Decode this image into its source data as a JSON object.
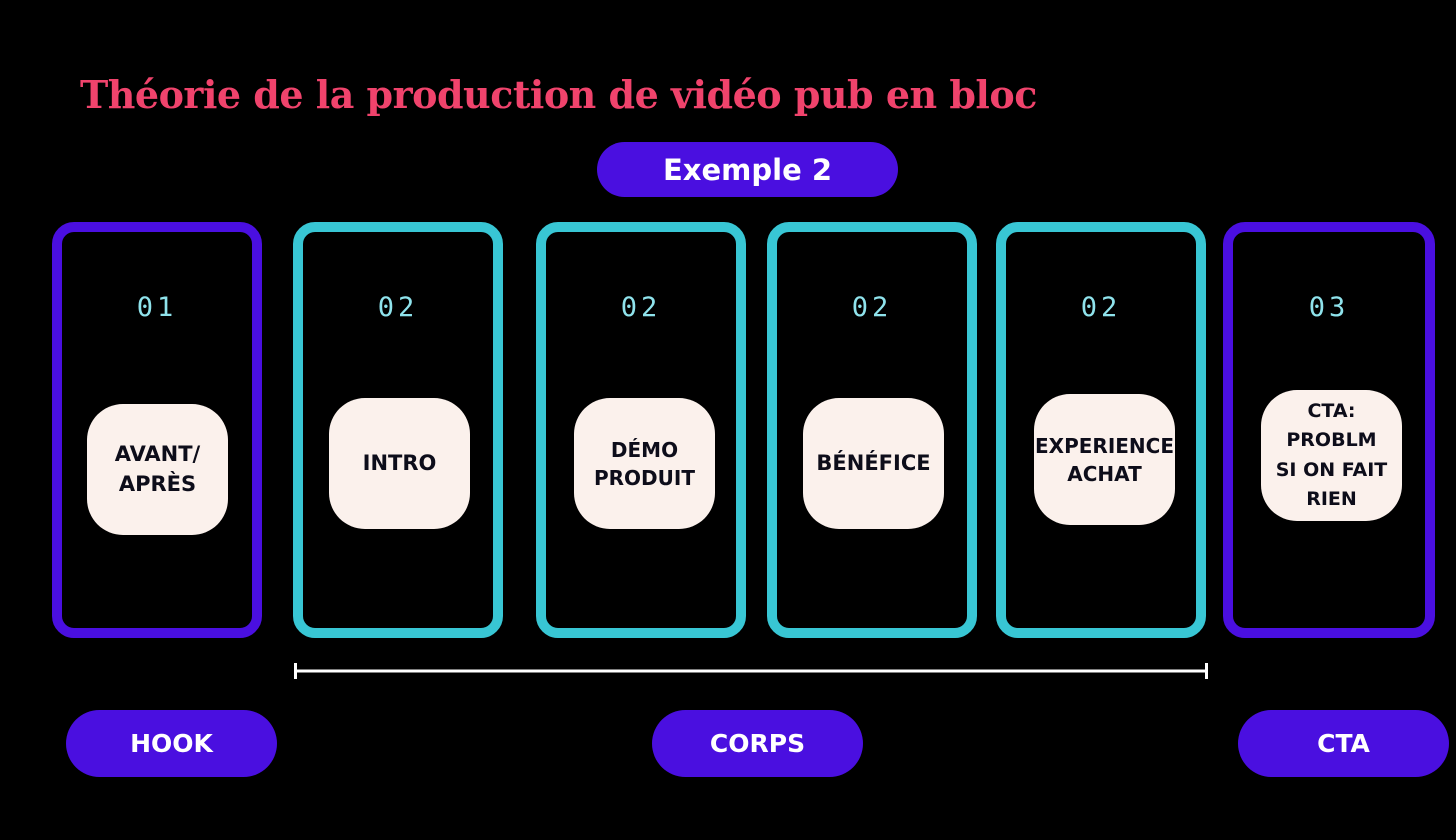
{
  "title": "Théorie de la production de vidéo pub en bloc",
  "example_label": "Exemple 2",
  "blocks": [
    {
      "number": "01",
      "label": "AVANT/\nAPRÈS"
    },
    {
      "number": "02",
      "label": "INTRO"
    },
    {
      "number": "02",
      "label": "DÉMO\nPRODUIT"
    },
    {
      "number": "02",
      "label": "BÉNÉFICE"
    },
    {
      "number": "02",
      "label": "EXPERIENCE\nACHAT"
    },
    {
      "number": "03",
      "label": "CTA:\nPROBLM\nSI ON FAIT\nRIEN"
    }
  ],
  "sections": {
    "hook": "HOOK",
    "corps": "CORPS",
    "cta": "CTA"
  },
  "colors": {
    "title": "#f0436c",
    "purple": "#4a0fe0",
    "teal": "#38c6d4",
    "number": "#8fe3ec",
    "card": "#fbf1ec",
    "bracket": "#ffffff"
  }
}
